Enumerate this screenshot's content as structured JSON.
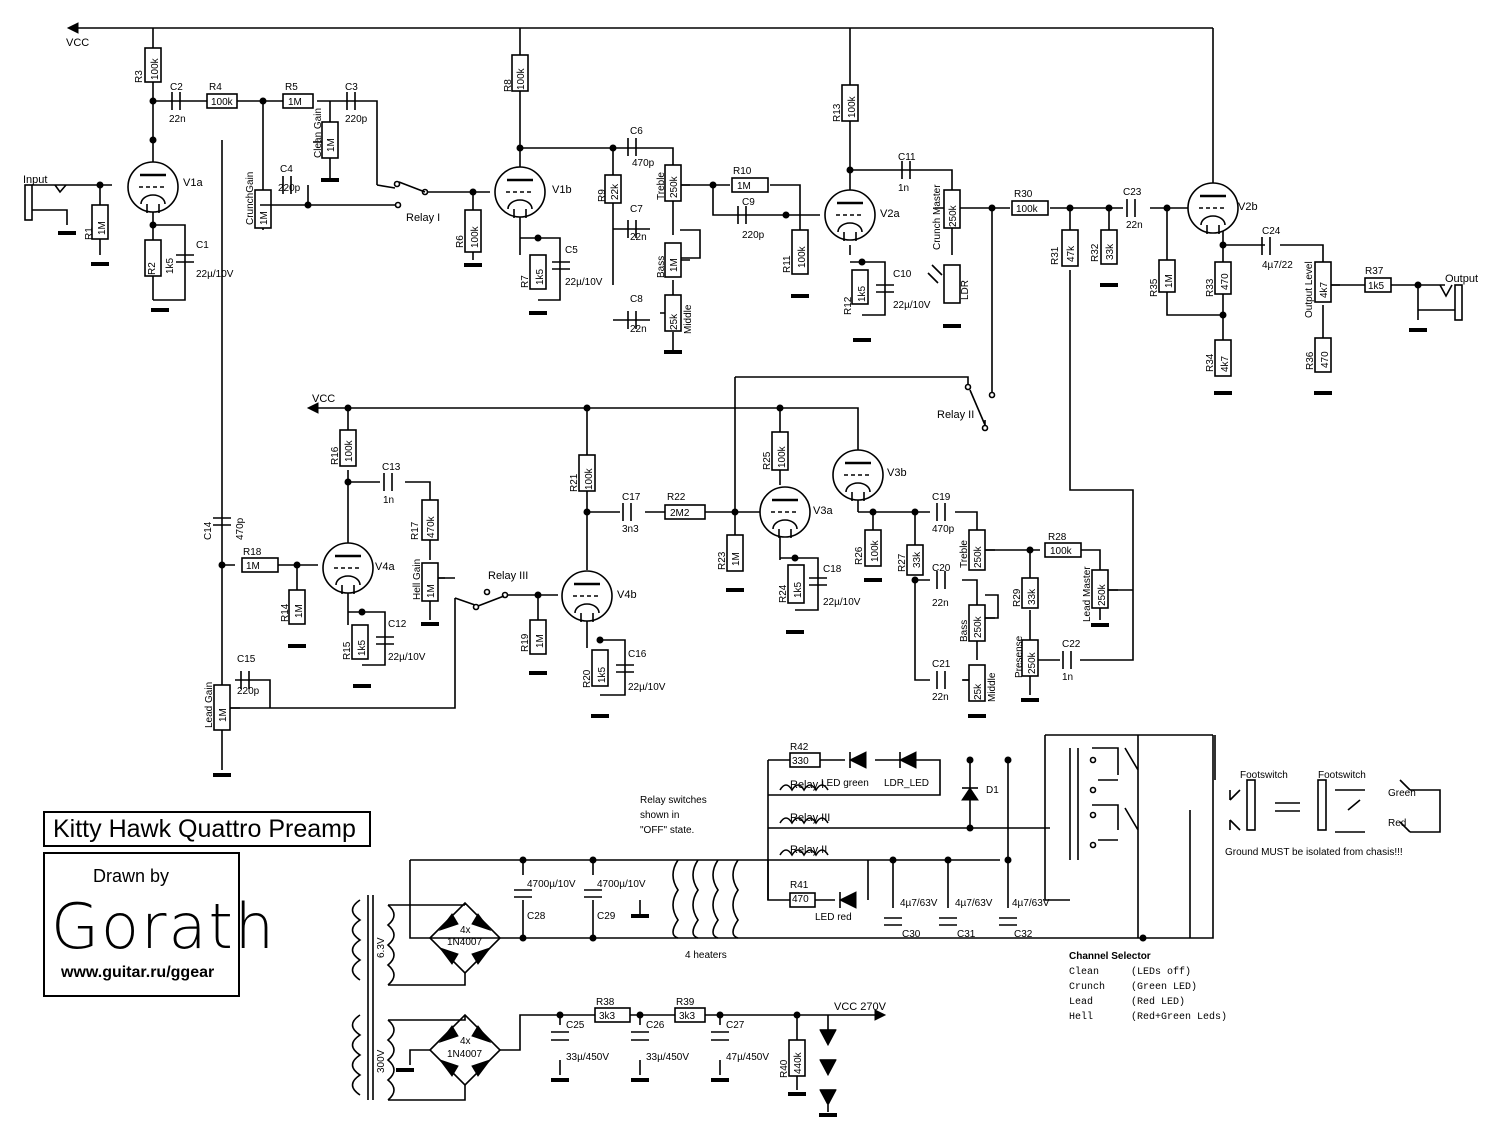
{
  "title": "Kitty Hawk Quattro Preamp",
  "author": {
    "drawn_by": "Drawn by",
    "signature": "Gorath",
    "url": "www.guitar.ru/ggear"
  },
  "nets": {
    "vcc_top": "VCC",
    "vcc_mid": "VCC",
    "vcc_psu": "VCC 270V"
  },
  "ports": {
    "input": "Input",
    "output": "Output"
  },
  "tubes": [
    "V1a",
    "V1b",
    "V2a",
    "V2b",
    "V3a",
    "V3b",
    "V4a",
    "V4b"
  ],
  "relays": [
    "Relay I",
    "Relay II",
    "Relay III"
  ],
  "components": [
    {
      "ref": "R1",
      "value": "1M"
    },
    {
      "ref": "R2",
      "value": "1k5"
    },
    {
      "ref": "R3",
      "value": "100k"
    },
    {
      "ref": "R4",
      "value": "100k"
    },
    {
      "ref": "R5",
      "value": "1M"
    },
    {
      "ref": "R6",
      "value": "100k"
    },
    {
      "ref": "R7",
      "value": "1k5"
    },
    {
      "ref": "R8",
      "value": "100k"
    },
    {
      "ref": "R9",
      "value": "22k"
    },
    {
      "ref": "R10",
      "value": "1M"
    },
    {
      "ref": "R11",
      "value": "100k"
    },
    {
      "ref": "R12",
      "value": "1k5"
    },
    {
      "ref": "R13",
      "value": "100k"
    },
    {
      "ref": "R14",
      "value": "1M"
    },
    {
      "ref": "R15",
      "value": "1k5"
    },
    {
      "ref": "R16",
      "value": "100k"
    },
    {
      "ref": "R17",
      "value": "470k"
    },
    {
      "ref": "R18",
      "value": "1M"
    },
    {
      "ref": "R19",
      "value": "1M"
    },
    {
      "ref": "R20",
      "value": "1k5"
    },
    {
      "ref": "R21",
      "value": "100k"
    },
    {
      "ref": "R22",
      "value": "2M2"
    },
    {
      "ref": "R23",
      "value": "1M"
    },
    {
      "ref": "R24",
      "value": "1k5"
    },
    {
      "ref": "R25",
      "value": "100k"
    },
    {
      "ref": "R26",
      "value": "100k"
    },
    {
      "ref": "R27",
      "value": "33k"
    },
    {
      "ref": "R28",
      "value": "100k"
    },
    {
      "ref": "R29",
      "value": "33k"
    },
    {
      "ref": "R30",
      "value": "100k"
    },
    {
      "ref": "R31",
      "value": "47k"
    },
    {
      "ref": "R32",
      "value": "33k"
    },
    {
      "ref": "R33",
      "value": "470"
    },
    {
      "ref": "R34",
      "value": "4k7"
    },
    {
      "ref": "R35",
      "value": "1M"
    },
    {
      "ref": "R36",
      "value": "470"
    },
    {
      "ref": "R37",
      "value": "1k5"
    },
    {
      "ref": "R38",
      "value": "3k3"
    },
    {
      "ref": "R39",
      "value": "3k3"
    },
    {
      "ref": "R40",
      "value": "440k"
    },
    {
      "ref": "R41",
      "value": "470"
    },
    {
      "ref": "R42",
      "value": "330"
    },
    {
      "ref": "C1",
      "value": "22µ/10V"
    },
    {
      "ref": "C2",
      "value": "22n"
    },
    {
      "ref": "C3",
      "value": "220p"
    },
    {
      "ref": "C4",
      "value": "220p"
    },
    {
      "ref": "C5",
      "value": "22µ/10V"
    },
    {
      "ref": "C6",
      "value": "470p"
    },
    {
      "ref": "C7",
      "value": "22n"
    },
    {
      "ref": "C8",
      "value": "22n"
    },
    {
      "ref": "C9",
      "value": "220p"
    },
    {
      "ref": "C10",
      "value": "22µ/10V"
    },
    {
      "ref": "C11",
      "value": "1n"
    },
    {
      "ref": "C12",
      "value": "22µ/10V"
    },
    {
      "ref": "C13",
      "value": "1n"
    },
    {
      "ref": "C14",
      "value": "470p"
    },
    {
      "ref": "C15",
      "value": "220p"
    },
    {
      "ref": "C16",
      "value": "22µ/10V"
    },
    {
      "ref": "C17",
      "value": "3n3"
    },
    {
      "ref": "C18",
      "value": "22µ/10V"
    },
    {
      "ref": "C19",
      "value": "470p"
    },
    {
      "ref": "C20",
      "value": "22n"
    },
    {
      "ref": "C21",
      "value": "22n"
    },
    {
      "ref": "C22",
      "value": "1n"
    },
    {
      "ref": "C23",
      "value": "22n"
    },
    {
      "ref": "C24",
      "value": "4µ7/22"
    },
    {
      "ref": "C25",
      "value": "33µ/450V"
    },
    {
      "ref": "C26",
      "value": "33µ/450V"
    },
    {
      "ref": "C27",
      "value": "47µ/450V"
    },
    {
      "ref": "C28",
      "value": "4700µ/10V"
    },
    {
      "ref": "C29",
      "value": "4700µ/10V"
    },
    {
      "ref": "C30",
      "value": "4µ7/63V"
    },
    {
      "ref": "C31",
      "value": "4µ7/63V"
    },
    {
      "ref": "C32",
      "value": "4µ7/63V"
    }
  ],
  "pots": [
    {
      "name": "Clean Gain",
      "value": "1M"
    },
    {
      "name": "CrunchGain",
      "value": "1M"
    },
    {
      "name": "Treble",
      "value": "250k"
    },
    {
      "name": "Bass",
      "value": "1M"
    },
    {
      "name": "Middle",
      "value": "25k"
    },
    {
      "name": "Crunch Master",
      "value": "250k"
    },
    {
      "name": "Output Level",
      "value": "4k7"
    },
    {
      "name": "Hell Gain",
      "value": "1M"
    },
    {
      "name": "Lead Gain",
      "value": "1M"
    },
    {
      "name": "Treble",
      "value": "250k"
    },
    {
      "name": "Bass",
      "value": "250k"
    },
    {
      "name": "Middle",
      "value": "25k"
    },
    {
      "name": "Lead Master",
      "value": "250k"
    },
    {
      "name": "Presense",
      "value": "250k"
    }
  ],
  "misc_parts": {
    "ldr": "LDR",
    "d1": "D1",
    "led_green": "LED green",
    "ldr_led": "LDR_LED",
    "led_red": "LED red",
    "footswitch_a": "Footswitch",
    "footswitch_b": "Footswitch",
    "fs_green": "Green",
    "fs_red": "Red"
  },
  "power_supply": {
    "v_heater": "6.3V",
    "v_ht": "300V",
    "bridge_mult": "4x",
    "bridge_part": "1N4007",
    "heaters": "4 heaters"
  },
  "notes": {
    "relay_state": [
      "Relay switches",
      "shown in",
      "\"OFF\" state."
    ],
    "ground": "Ground MUST be isolated from chasis!!!"
  },
  "channel_selector": {
    "heading": "Channel Selector",
    "rows": [
      {
        "mode": "Clean",
        "desc": "(LEDs off)"
      },
      {
        "mode": "Crunch",
        "desc": "(Green LED)"
      },
      {
        "mode": "Lead",
        "desc": "(Red LED)"
      },
      {
        "mode": "Hell",
        "desc": "(Red+Green Leds)"
      }
    ]
  }
}
